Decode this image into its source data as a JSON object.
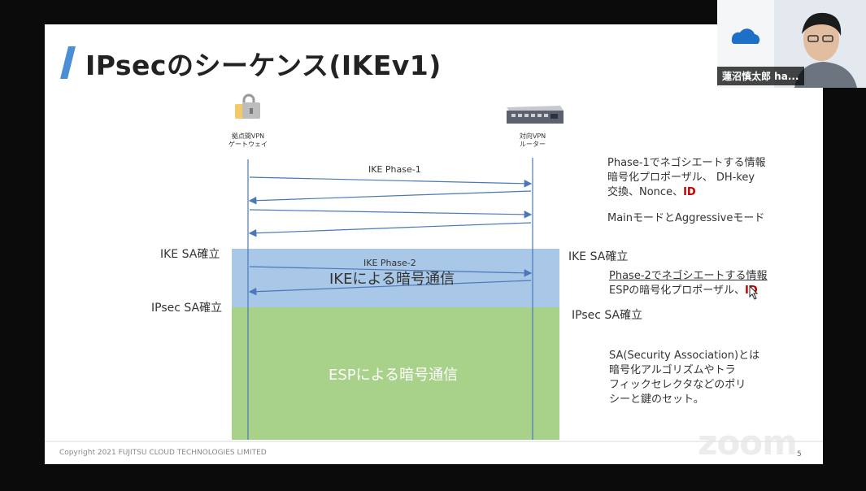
{
  "slide": {
    "title": "IPsecのシーケンス(IKEv1)",
    "gateway_label_line1": "拠点間VPN",
    "gateway_label_line2": "ゲートウェイ",
    "router_label_line1": "対向VPN",
    "router_label_line2": "ルーター",
    "phase1_label": "IKE Phase-1",
    "phase2_label": "IKE Phase-2",
    "ike_sa_left": "IKE SA確立",
    "ike_sa_right": "IKE SA確立",
    "ipsec_sa_left": "IPsec SA確立",
    "ipsec_sa_right": "IPsec SA確立",
    "ike_band_text": "IKEによる暗号通信",
    "esp_band_text": "ESPによる暗号通信",
    "note1": {
      "line1": "Phase-1でネゴシエートする情報",
      "line2": "暗号化プロポーザル、 DH-key",
      "line3_prefix": "交換、Nonce、",
      "line3_red": "ID"
    },
    "note2": "MainモードとAggressiveモード",
    "note3": {
      "line1": "Phase-2でネゴシエートする情報",
      "line2_prefix": "ESPの暗号化プロポーザル、",
      "line2_red": "ID"
    },
    "note4": {
      "line1": "SA(Security Association)とは",
      "line2": "暗号化アルゴリズムやトラ",
      "line3": "フィックセレクタなどのポリ",
      "line4": "シーと鍵のセット。"
    },
    "copyright": "Copyright 2021 FUJITSU CLOUD TECHNOLOGIES LIMITED",
    "page_number": "5"
  },
  "zoom_logo": "zoom",
  "participant": {
    "name": "蓮沼慎太郎 ha..."
  },
  "colors": {
    "accent": "#4a8fd6",
    "ike_band": "#a9c7e6",
    "esp_band": "#a8d18a",
    "highlight": "#c00000"
  }
}
